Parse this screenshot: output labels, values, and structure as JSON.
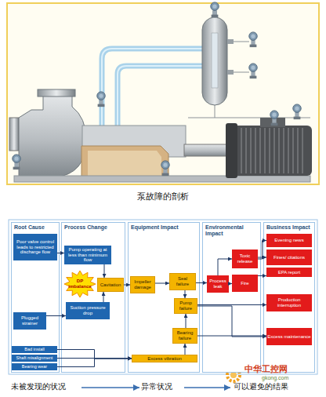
{
  "diagram": {
    "caption": "泵故障的剖析",
    "nodes": [
      {
        "text": [
          "Root Cause"
        ]
      },
      {
        "text": [
          "Poor valve control leads to restricted discharge flow"
        ],
        "in": 0
      },
      {
        "text": [
          "Plugged strainer"
        ],
        "in": 0
      },
      {
        "text": [
          "Bad install"
        ],
        "in": 0
      },
      {
        "text": [
          "Shaft misalignment"
        ],
        "in": 0
      },
      {
        "text": [
          "Bearing wear"
        ],
        "in": 0
      },
      {
        "text": [
          "Process Change"
        ]
      },
      {
        "text": [
          "Pump operating at less than minimum flow"
        ],
        "in": 6
      },
      {
        "text": [
          "DP imbalance"
        ],
        "in": 6
      },
      {
        "text": [
          "Cavitation"
        ],
        "in": 6
      },
      {
        "text": [
          "Suction pressure drop"
        ],
        "in": 6
      },
      {
        "text": [
          "Equipment Impact"
        ]
      },
      {
        "text": [
          "Impeller damage"
        ],
        "in": 11
      },
      {
        "text": [
          "Seal failure"
        ],
        "in": 11
      },
      {
        "text": [
          "Pump failure"
        ],
        "in": 11
      },
      {
        "text": [
          "Bearing failure"
        ],
        "in": 11
      },
      {
        "text": [
          "Excess vibration"
        ],
        "in": 11
      },
      {
        "text": [
          "Environmental Impact"
        ]
      },
      {
        "text": [
          "Toxic release"
        ],
        "in": 17
      },
      {
        "text": [
          "Process leak"
        ],
        "in": 17
      },
      {
        "text": [
          "Fire"
        ],
        "in": 17
      },
      {
        "text": [
          "Business Impact"
        ]
      },
      {
        "text": [
          "Evening news"
        ],
        "in": 21
      },
      {
        "text": [
          "Fines/ citations"
        ],
        "in": 21
      },
      {
        "text": [
          "EPA report"
        ],
        "in": 21
      },
      {
        "text": [
          "Production interruption"
        ],
        "in": 21
      },
      {
        "text": [
          "Excess maintenance"
        ],
        "in": 21
      }
    ],
    "edges": [
      {
        "from": 1,
        "to": 7,
        "arrow": "to"
      },
      {
        "from": 7,
        "to": 9,
        "arrow": "to"
      },
      {
        "from": 2,
        "to": 10,
        "arrow": "to"
      },
      {
        "from": 10,
        "to": 9,
        "arrow": "to"
      },
      {
        "from": 9,
        "to": 12,
        "arrow": "to"
      },
      {
        "from": 12,
        "to": 13,
        "arrow": "to"
      },
      {
        "from": 13,
        "to": 19,
        "arrow": "to"
      },
      {
        "from": 19,
        "to": 18,
        "arrow": "to"
      },
      {
        "from": 19,
        "to": 20,
        "arrow": "to"
      },
      {
        "from": 18,
        "to": 22,
        "arrow": "to"
      },
      {
        "from": 18,
        "to": 23,
        "arrow": "to"
      },
      {
        "from": 20,
        "to": 24,
        "arrow": "to"
      },
      {
        "from": 13,
        "to": 14,
        "arrow": "to"
      },
      {
        "from": 15,
        "to": 14,
        "arrow": "to"
      },
      {
        "from": 14,
        "to": 25,
        "arrow": "to"
      },
      {
        "from": 14,
        "to": 26,
        "arrow": "to"
      },
      {
        "from": 15,
        "to": 26,
        "arrow": "to"
      },
      {
        "from": 16,
        "to": 15,
        "arrow": "to"
      },
      {
        "from": 3,
        "to": 16,
        "arrow": "to"
      },
      {
        "from": 4,
        "to": 16,
        "arrow": "to"
      },
      {
        "from": 5,
        "to": 16,
        "arrow": "to"
      }
    ],
    "labels": [
      "未被发现的状况",
      "异常状况",
      "可以避免的结果",
      "中华工控网",
      "gkong.com"
    ]
  }
}
